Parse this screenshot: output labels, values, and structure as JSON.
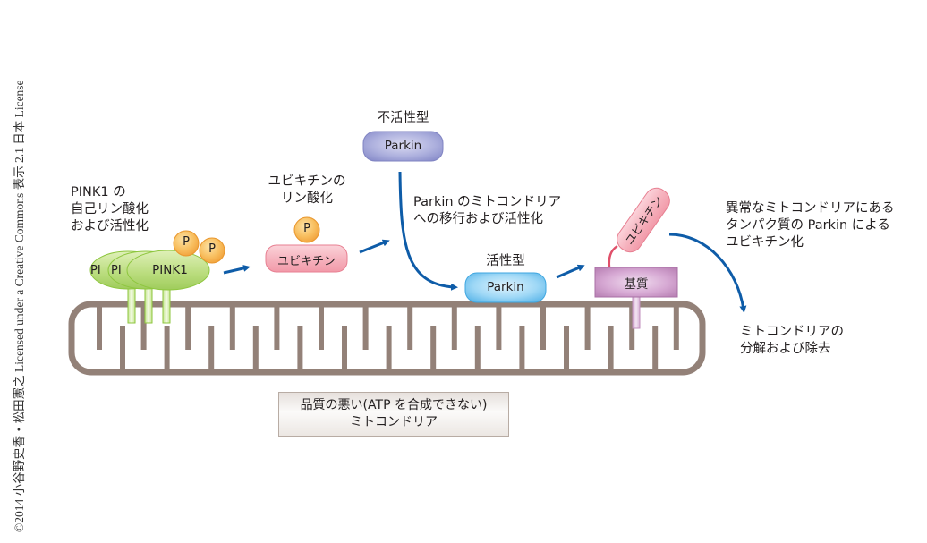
{
  "credit": "©2014 小谷野史香・松田憲之 Licensed under a Creative Commons 表示 2.1 日本 License",
  "pink1": {
    "caption_lines": [
      "PINK1 の",
      "自己リン酸化",
      "および活性化"
    ],
    "protein_label": "PINK1",
    "partial_label": "PI",
    "phospho_label": "P",
    "color": "#a8d36a"
  },
  "ubiquitin_phos": {
    "caption_lines": [
      "ユビキチンの",
      "リン酸化"
    ],
    "phospho_label": "P",
    "box_label": "ユビキチン",
    "color": "#f4a3b0"
  },
  "parkin_inactive": {
    "state_label": "不活性型",
    "box_label": "Parkin",
    "color": "#8f93cc"
  },
  "parkin_translocation": {
    "caption_lines": [
      "Parkin のミトコンドリア",
      "への移行および活性化"
    ]
  },
  "parkin_active": {
    "state_label": "活性型",
    "box_label": "Parkin",
    "color": "#6cc1ec"
  },
  "substrate": {
    "box_label": "基質",
    "ubiquitin_label": "ユビキチン",
    "color": "#c88fc4"
  },
  "ubiquitination_caption": {
    "lines": [
      "異常なミトコンドリアにある",
      "タンパク質の Parkin による",
      "ユビキチン化"
    ]
  },
  "degradation_caption": {
    "lines": [
      "ミトコンドリアの",
      "分解および除去"
    ]
  },
  "mitochondrion": {
    "label_lines": [
      "品質の悪い(ATP を合成できない)",
      "ミトコンドリア"
    ],
    "membrane_color": "#938178"
  },
  "arrow_color": "#0e5ca8"
}
